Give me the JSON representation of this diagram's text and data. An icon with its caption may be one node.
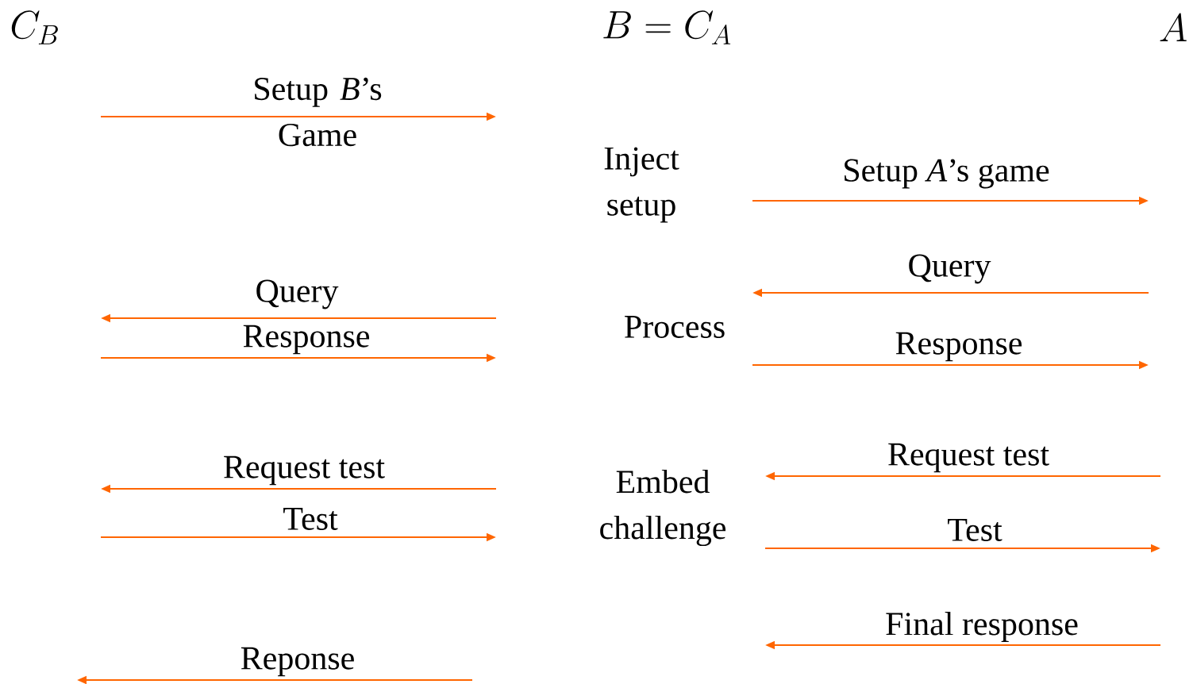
{
  "diagram": {
    "nodes": [
      {
        "text": [
          "C_B"
        ]
      },
      {
        "text": [
          "B = C_A"
        ]
      },
      {
        "text": [
          "A"
        ]
      }
    ],
    "labels": [
      "Setup *B*’s Game",
      "Inject setup",
      "Setup *A*’s game",
      "Query",
      "Query",
      "Process",
      "Response",
      "Response",
      "Request test",
      "Request test",
      "Embed challenge",
      "Test",
      "Test",
      "Final response",
      "Reponse"
    ]
  }
}
